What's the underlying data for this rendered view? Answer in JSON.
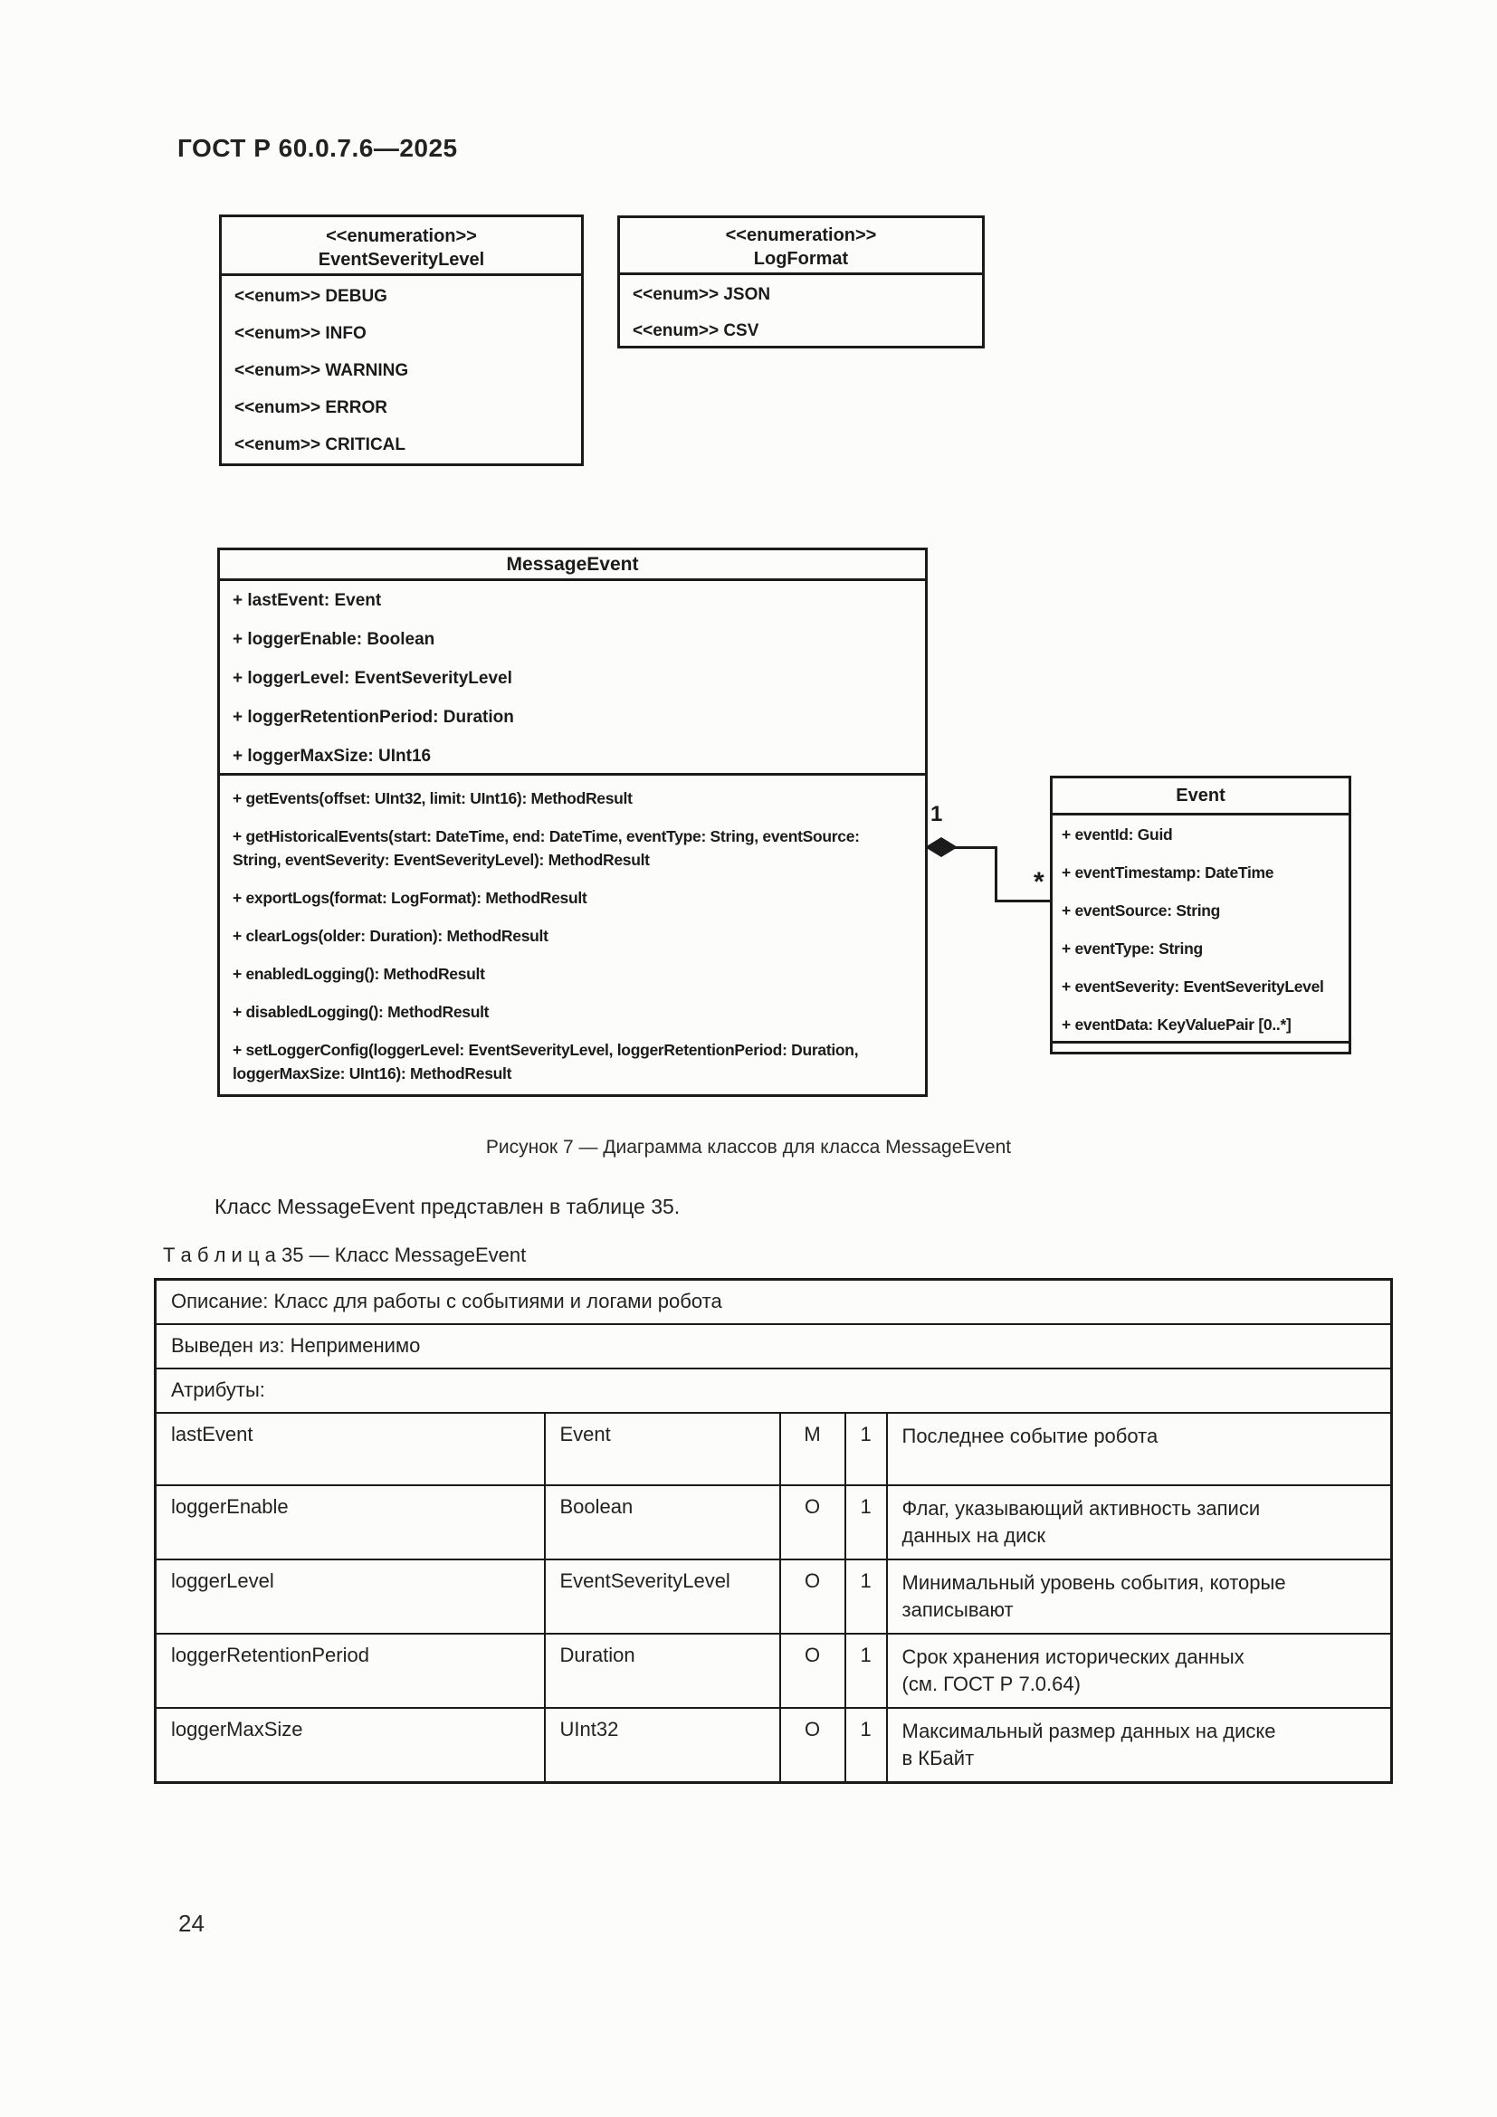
{
  "page": {
    "header": "ГОСТ Р 60.0.7.6—2025",
    "page_number": "24"
  },
  "diagram": {
    "severity_enum": {
      "stereotype": "<<enumeration>>",
      "name": "EventSeverityLevel",
      "items": [
        "<<enum>> DEBUG",
        "<<enum>> INFO",
        "<<enum>> WARNING",
        "<<enum>> ERROR",
        "<<enum>> CRITICAL"
      ]
    },
    "logformat_enum": {
      "stereotype": "<<enumeration>>",
      "name": "LogFormat",
      "items": [
        "<<enum>> JSON",
        "<<enum>> CSV"
      ]
    },
    "message_event_class": {
      "name": "MessageEvent",
      "attributes": [
        "+ lastEvent: Event",
        "+ loggerEnable: Boolean",
        "+ loggerLevel: EventSeverityLevel",
        "+ loggerRetentionPeriod: Duration",
        "+ loggerMaxSize: UInt16"
      ],
      "methods": [
        "+ getEvents(offset: UInt32, limit: UInt16): MethodResult",
        "+ getHistoricalEvents(start: DateTime, end: DateTime, eventType: String, eventSource:\nString, eventSeverity: EventSeverityLevel): MethodResult",
        "+ exportLogs(format: LogFormat): MethodResult",
        "+ clearLogs(older: Duration): MethodResult",
        "+ enabledLogging(): MethodResult",
        "+ disabledLogging(): MethodResult",
        "+ setLoggerConfig(loggerLevel: EventSeverityLevel, loggerRetentionPeriod: Duration,\n loggerMaxSize: UInt16): MethodResult"
      ],
      "multiplicity": "1"
    },
    "event_class": {
      "name": "Event",
      "attributes": [
        "+ eventId: Guid",
        "+ eventTimestamp: DateTime",
        "+ eventSource: String",
        "+ eventType: String",
        "+ eventSeverity: EventSeverityLevel",
        "+ eventData: KeyValuePair [0..*]"
      ],
      "multiplicity": "*"
    }
  },
  "figure": {
    "caption": "Рисунок 7 — Диаграмма классов для класса MessageEvent"
  },
  "paragraph": "Класс MessageEvent представлен в таблице 35.",
  "table": {
    "title": "Т а б л и ц а  35 — Класс MessageEvent",
    "header_rows": [
      "Описание: Класс для работы с событиями и логами робота",
      "Выведен из: Неприменимо",
      "Атрибуты:"
    ],
    "rows": [
      {
        "name": "lastEvent",
        "type": "Event",
        "req": "M",
        "card": "1",
        "desc": "Последнее событие робота"
      },
      {
        "name": "loggerEnable",
        "type": "Boolean",
        "req": "O",
        "card": "1",
        "desc": "Флаг, указывающий активность записи\nданных на диск"
      },
      {
        "name": "loggerLevel",
        "type": "EventSeverityLevel",
        "req": "O",
        "card": "1",
        "desc": "Минимальный уровень события, которые\nзаписывают"
      },
      {
        "name": "loggerRetentionPeriod",
        "type": "Duration",
        "req": "O",
        "card": "1",
        "desc": "Срок хранения исторических данных\n(см. ГОСТ Р 7.0.64)"
      },
      {
        "name": "loggerMaxSize",
        "type": "UInt32",
        "req": "O",
        "card": "1",
        "desc": "Максимальный размер данных на диске\nв КБайт"
      }
    ]
  }
}
